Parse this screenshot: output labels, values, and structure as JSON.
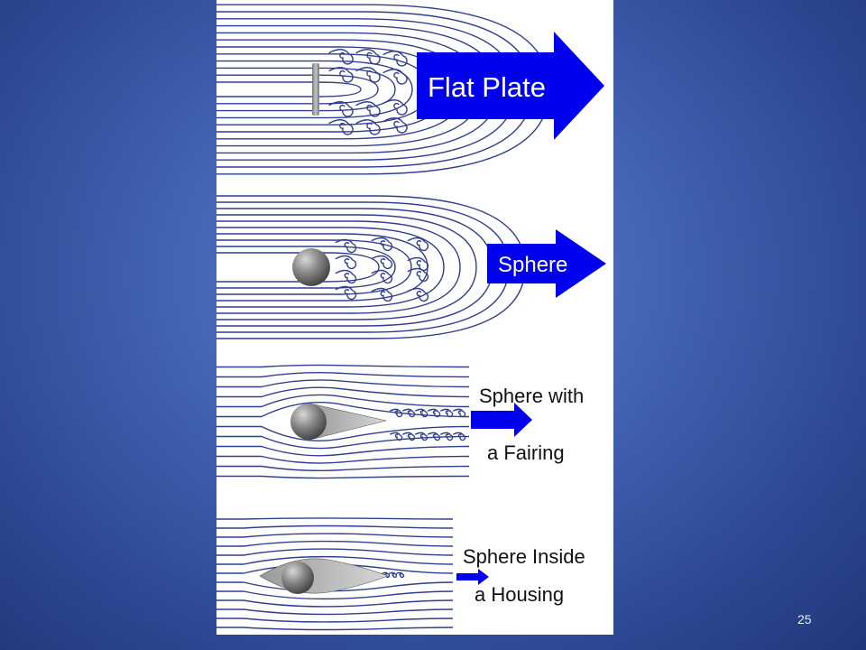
{
  "panels": [
    {
      "label_lines": [
        "Flat Plate"
      ]
    },
    {
      "label_lines": [
        "Sphere"
      ]
    },
    {
      "label_lines": [
        "Sphere with",
        "a Fairing"
      ]
    },
    {
      "label_lines": [
        "Sphere Inside",
        "a Housing"
      ]
    }
  ],
  "slide": {
    "page_number": "25"
  },
  "colors": {
    "streamline": "#2f3e8f",
    "arrow": "#0000ee",
    "body_gray": "#8a8a8a"
  }
}
